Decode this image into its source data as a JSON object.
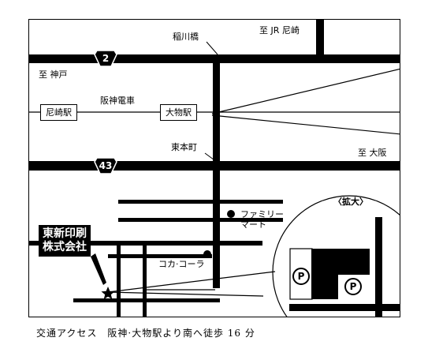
{
  "map": {
    "roads": {
      "route2_badge": "2",
      "route43_badge": "43"
    },
    "labels": {
      "inagawa_bridge": "稲川橋",
      "to_jr_amagasaki": "至 JR 尼崎",
      "to_kobe": "至 神戸",
      "hanshin_railway": "阪神電車",
      "amagasaki_station": "尼崎駅",
      "daimotsu_station": "大物駅",
      "higashi_honmachi": "東本町",
      "to_osaka": "至 大阪",
      "enlarged": "〈拡大〉",
      "family_mart": "ファミリー\nマート",
      "coca_cola": "コカ·コーラ",
      "company_name_line1": "東新印刷",
      "company_name_line2": "株式会社",
      "parking_symbol": "P"
    },
    "icons": {
      "company_marker": "star-icon",
      "poi_marker": "dot-icon",
      "parking": "parking-icon"
    }
  },
  "caption": "交通アクセス　阪神·大物駅より南へ徒歩 16 分"
}
